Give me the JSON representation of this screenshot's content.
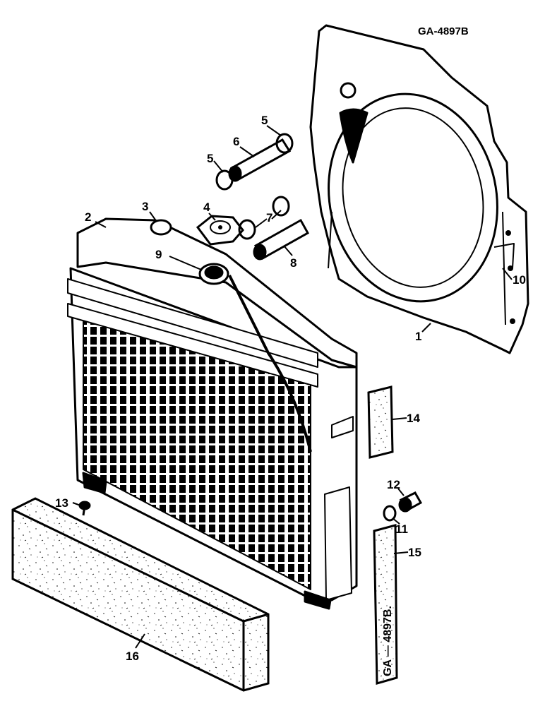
{
  "drawing_code": "GA-4897B",
  "side_code": "GA — 4897B.",
  "callouts": {
    "c1": "1",
    "c2": "2",
    "c3": "3",
    "c4": "4",
    "c5a": "5",
    "c5b": "5",
    "c6": "6",
    "c7": "7",
    "c8": "8",
    "c9": "9",
    "c10": "10",
    "c11": "11",
    "c12": "12",
    "c13": "13",
    "c14": "14",
    "c15": "15",
    "c16": "16"
  },
  "parts": [
    {
      "number": "1",
      "part": "fan-shroud"
    },
    {
      "number": "2",
      "part": "radiator"
    },
    {
      "number": "3",
      "part": "outlet-neck"
    },
    {
      "number": "4",
      "part": "radiator-cap"
    },
    {
      "number": "5",
      "part": "hose-clamp"
    },
    {
      "number": "6",
      "part": "upper-hose"
    },
    {
      "number": "7",
      "part": "hose-clamp"
    },
    {
      "number": "8",
      "part": "lower-hose"
    },
    {
      "number": "9",
      "part": "filler-neck"
    },
    {
      "number": "10",
      "part": "shroud-bolts"
    },
    {
      "number": "11",
      "part": "washer"
    },
    {
      "number": "12",
      "part": "drain-plug"
    },
    {
      "number": "13",
      "part": "screw"
    },
    {
      "number": "14",
      "part": "seal-small"
    },
    {
      "number": "15",
      "part": "seal-vertical"
    },
    {
      "number": "16",
      "part": "seal-block"
    }
  ]
}
